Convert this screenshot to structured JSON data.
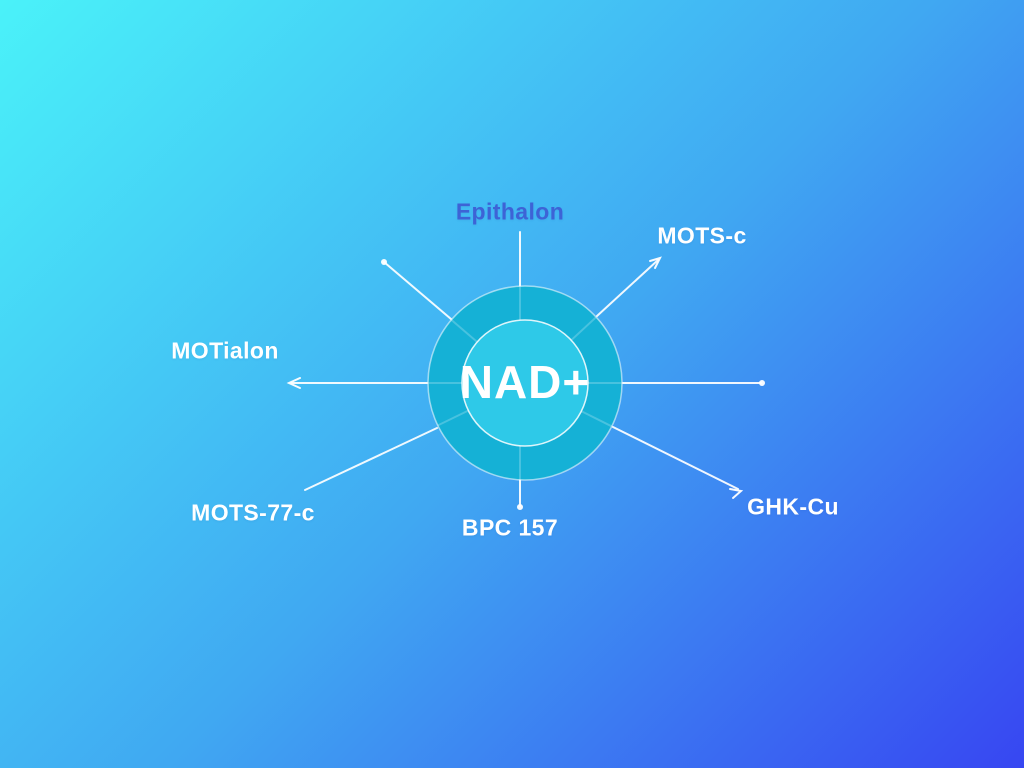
{
  "diagram": {
    "type": "radial-spoke-diagram",
    "background": {
      "gradient_start": "#4AF2F9",
      "gradient_mid": "#40A8F2",
      "gradient_end": "#3746F2"
    },
    "center_node": {
      "label": "NAD+",
      "text_color": "#FFFFFF",
      "outer_ring_color": "#15B1D6",
      "inner_circle_color": "#2EC9E8",
      "connector_color": "#FFFFFF"
    },
    "labels": [
      {
        "id": "epithalon",
        "text": "Epithalon",
        "color": "#3D63D6",
        "position": "top"
      },
      {
        "id": "mots-c",
        "text": "MOTS-c",
        "color": "#FFFFFF",
        "position": "top-right"
      },
      {
        "id": "motialon",
        "text": "MOTialon",
        "color": "#FFFFFF",
        "position": "left"
      },
      {
        "id": "mots-77-c",
        "text": "MOTS-77-c",
        "color": "#FFFFFF",
        "position": "bottom-left"
      },
      {
        "id": "bpc-157",
        "text": "BPC 157",
        "color": "#FFFFFF",
        "position": "bottom"
      },
      {
        "id": "ghk-cu",
        "text": "GHK-Cu",
        "color": "#FFFFFF",
        "position": "bottom-right"
      }
    ]
  }
}
